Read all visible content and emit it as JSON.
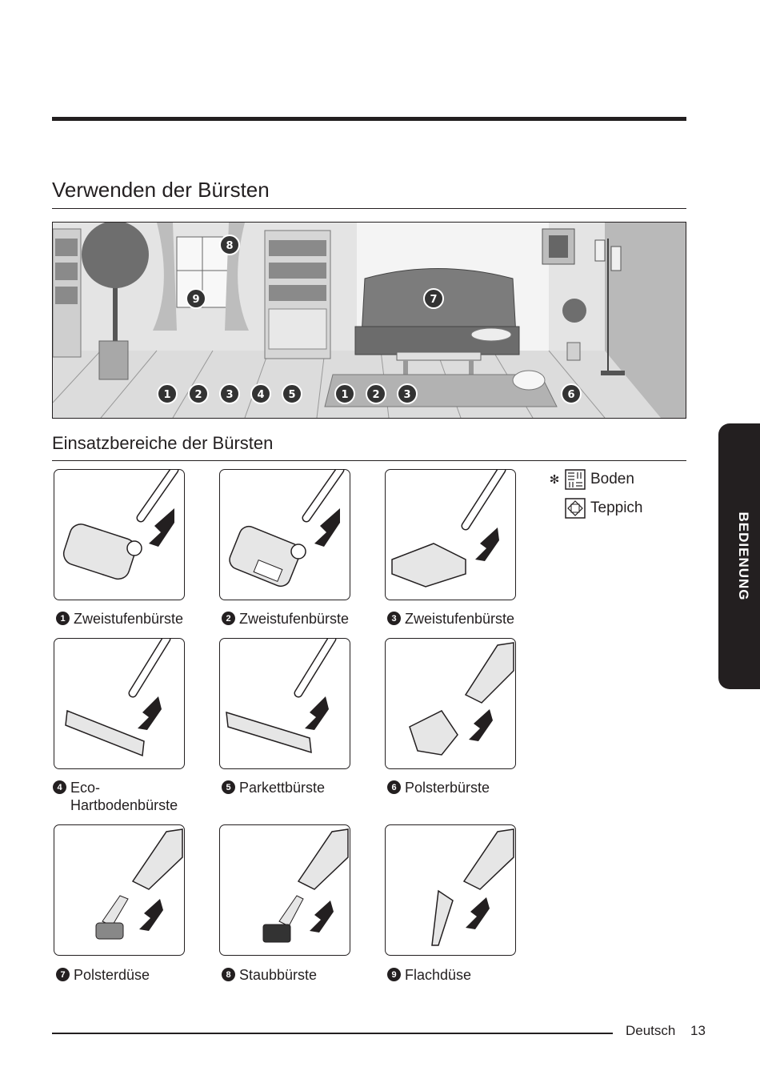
{
  "page": {
    "title": "Verwenden der Bürsten",
    "subtitle": "Einsatzbereiche der Bürsten",
    "side_tab": "BEDIENUNG",
    "footer_language": "Deutsch",
    "footer_page": "13"
  },
  "scene_markers": {
    "window": "9",
    "window_top": "8",
    "sofa": "7",
    "cat": "6",
    "floor": [
      "1",
      "2",
      "3",
      "4",
      "5"
    ],
    "carpet": [
      "1",
      "2",
      "3"
    ]
  },
  "legend": {
    "asterisk": "✻",
    "items": [
      {
        "label": "Boden",
        "icon": "floor-icon"
      },
      {
        "label": "Teppich",
        "icon": "carpet-icon"
      }
    ]
  },
  "brushes": [
    {
      "number": "1",
      "line1": "Zweistufenbürste",
      "line2": "",
      "icon": "turbo-brush-icon"
    },
    {
      "number": "2",
      "line1": "Zweistufenbürste",
      "line2": "",
      "icon": "turbo-brush-icon"
    },
    {
      "number": "3",
      "line1": "Zweistufenbürste",
      "line2": "",
      "icon": "slim-brush-icon"
    },
    {
      "number": "4",
      "line1": "Eco-",
      "line2": "Hartbodenbürste",
      "icon": "hard-floor-brush-icon"
    },
    {
      "number": "5",
      "line1": "Parkettbürste",
      "line2": "",
      "icon": "parquet-brush-icon"
    },
    {
      "number": "6",
      "line1": "Polsterbürste",
      "line2": "",
      "icon": "upholstery-brush-icon"
    },
    {
      "number": "7",
      "line1": "Polsterdüse",
      "line2": "",
      "icon": "upholstery-nozzle-icon"
    },
    {
      "number": "8",
      "line1": "Staubbürste",
      "line2": "",
      "icon": "dust-brush-icon"
    },
    {
      "number": "9",
      "line1": "Flachdüse",
      "line2": "",
      "icon": "crevice-nozzle-icon"
    }
  ]
}
